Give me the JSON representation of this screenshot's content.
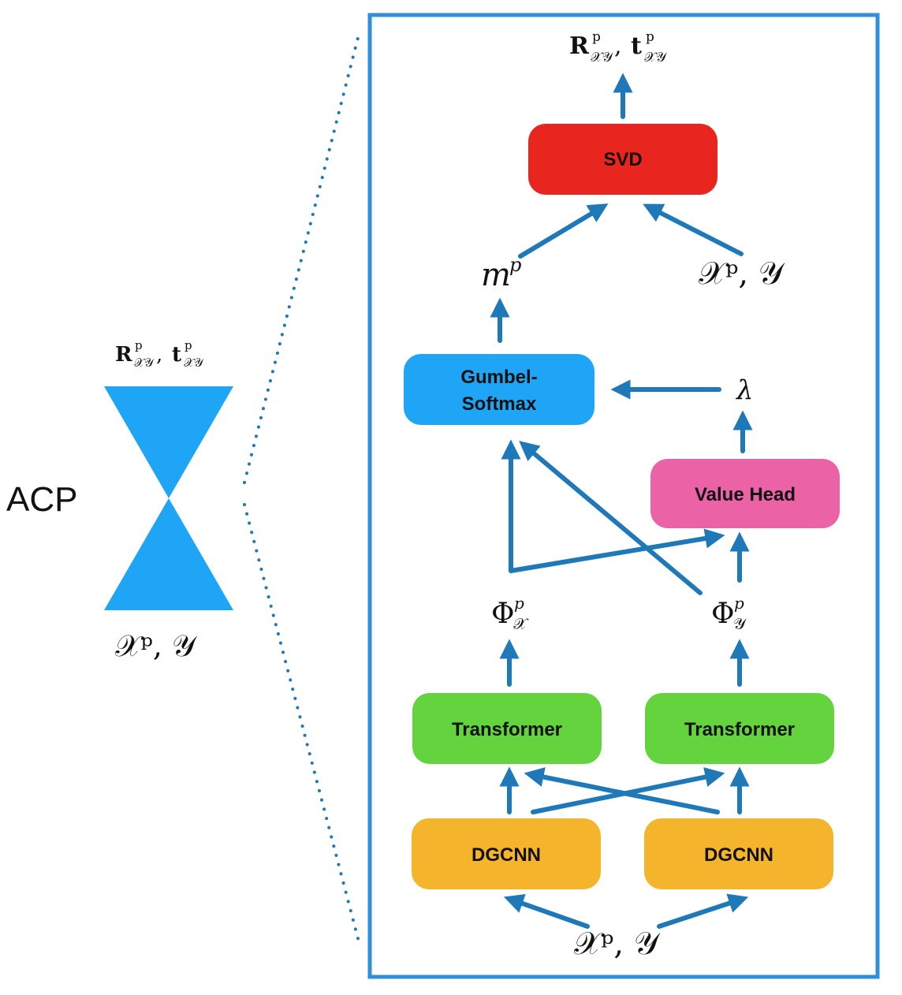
{
  "title": "ACP",
  "colors": {
    "frame": "#2f8fd8",
    "arrow": "#1f78b8",
    "hourglass": "#1ea5f5",
    "svd": "#e8261f",
    "gumbel": "#1ea5f5",
    "value_head": "#eb62a6",
    "transformer": "#63d43d",
    "dgcnn": "#f4b52c"
  },
  "hourglass": {
    "top_label_main": "R",
    "top_label_rest": "t",
    "sup": "p",
    "sub": "𝒳𝒴",
    "bottom_label": "𝒳ᵖ, 𝒴"
  },
  "blocks": {
    "svd": "SVD",
    "gumbel_line1": "Gumbel-",
    "gumbel_line2": "Softmax",
    "value_head": "Value Head",
    "transformer_left": "Transformer",
    "transformer_right": "Transformer",
    "dgcnn_left": "DGCNN",
    "dgcnn_right": "DGCNN"
  },
  "math": {
    "output_sup": "p",
    "output_sub": "𝒳𝒴",
    "output_R": "R",
    "output_t": "t",
    "m_p": "m",
    "m_sup": "p",
    "xp_y_top": "𝒳ᵖ, 𝒴",
    "lambda": "λ",
    "phi": "Φ",
    "phi_sup": "p",
    "phi_x_sub": "𝒳",
    "phi_y_sub": "𝒴",
    "xp_y_input": "𝒳ᵖ, 𝒴"
  }
}
